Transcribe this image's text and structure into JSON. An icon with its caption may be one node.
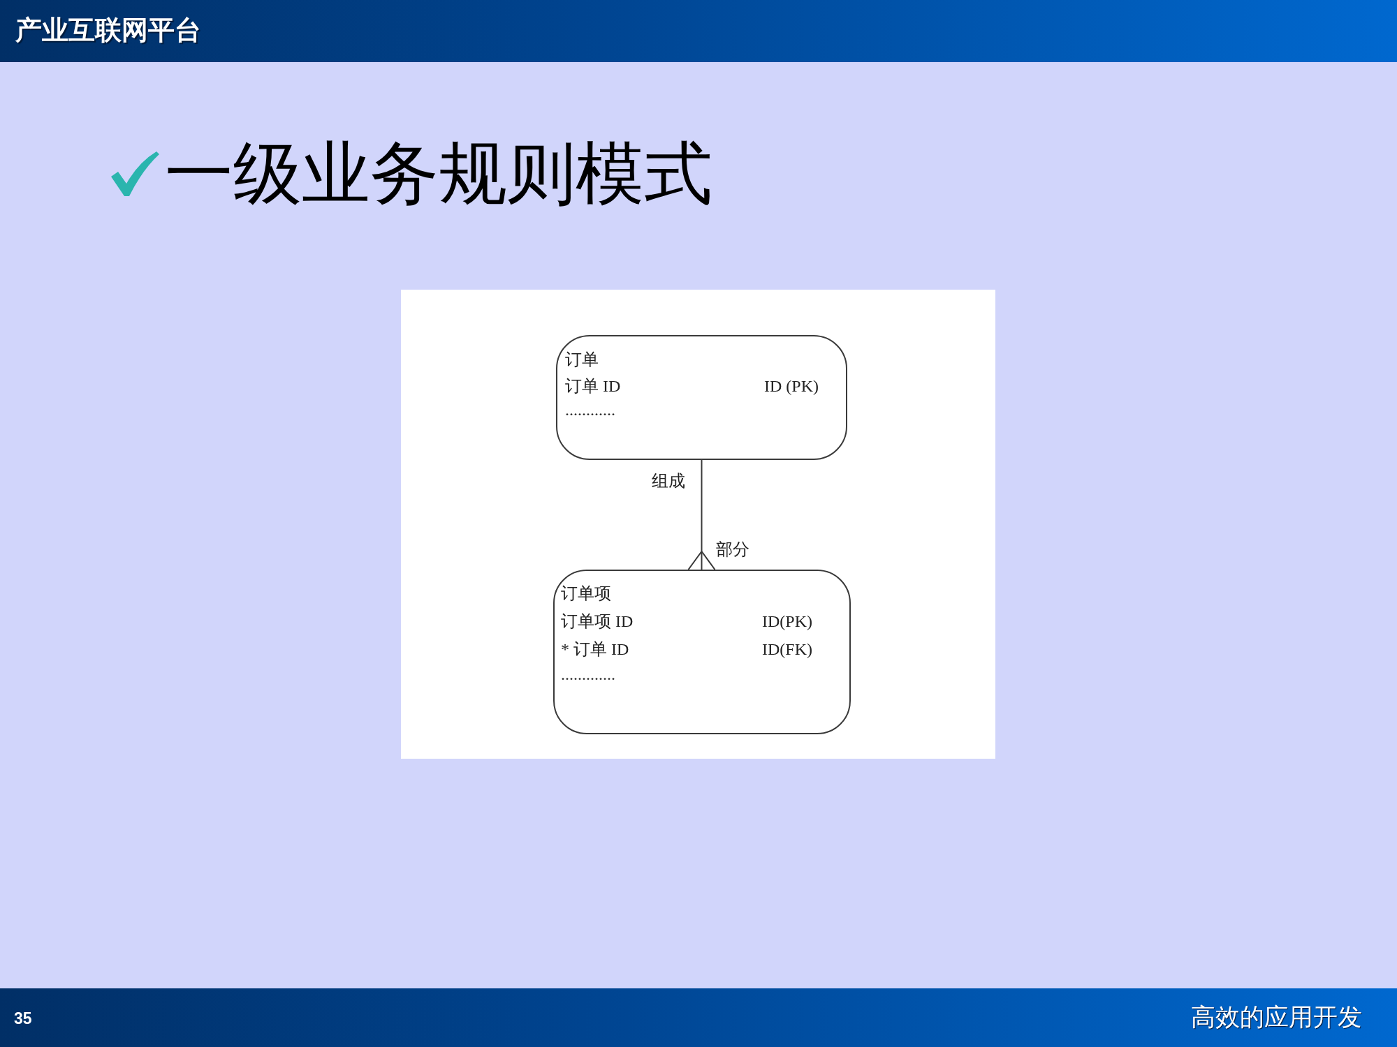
{
  "diagram": {
    "title": "一级业务规则模式",
    "nodes": [
      {
        "text": [
          "订单",
          "订单 ID",
          "ID (PK)",
          "............"
        ]
      },
      {
        "text": [
          "订单项",
          "订单项 ID",
          "ID(PK)",
          "* 订单 ID",
          "ID(FK)",
          "............."
        ]
      }
    ],
    "edges": [
      {
        "from": 0,
        "to": 1,
        "arrow": "other"
      }
    ],
    "labels": [
      "产业互联网平台",
      "组成",
      "部分",
      "35",
      "高效的应用开发"
    ]
  }
}
